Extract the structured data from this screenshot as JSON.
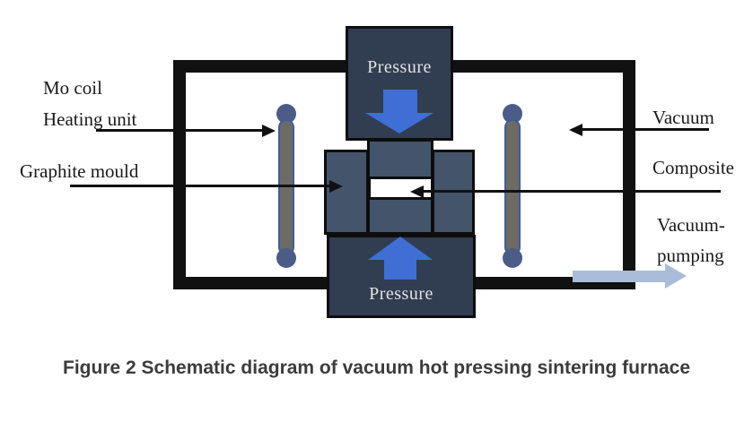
{
  "figure": {
    "labels": {
      "mo_coil": "Mo coil",
      "heating_unit": "Heating unit",
      "graphite_mould": "Graphite mould",
      "vacuum": "Vacuum",
      "composite": "Composite",
      "vacuum_pumping": {
        "line1": "Vacuum-",
        "line2": "pumping"
      },
      "pressure_top": "Pressure",
      "pressure_bottom": "Pressure"
    },
    "caption": "Figure 2 Schematic diagram of vacuum hot pressing sintering furnace",
    "colors": {
      "wall": "#111111",
      "pressure_box": "#313d51",
      "mould_block": "#44546a",
      "press_arrow_blue": "#3f6fd4",
      "pump_arrow": "#a9bcd8",
      "coil_rod": "#6e6b64",
      "coil_ball": "#4b5c86",
      "coil_outline": "#3d5d9e",
      "composite_slot": "#ffffff",
      "label_text": "#1a1a1a",
      "pressure_text": "#e2e2e2",
      "caption_text": "#3c3c3c"
    }
  }
}
